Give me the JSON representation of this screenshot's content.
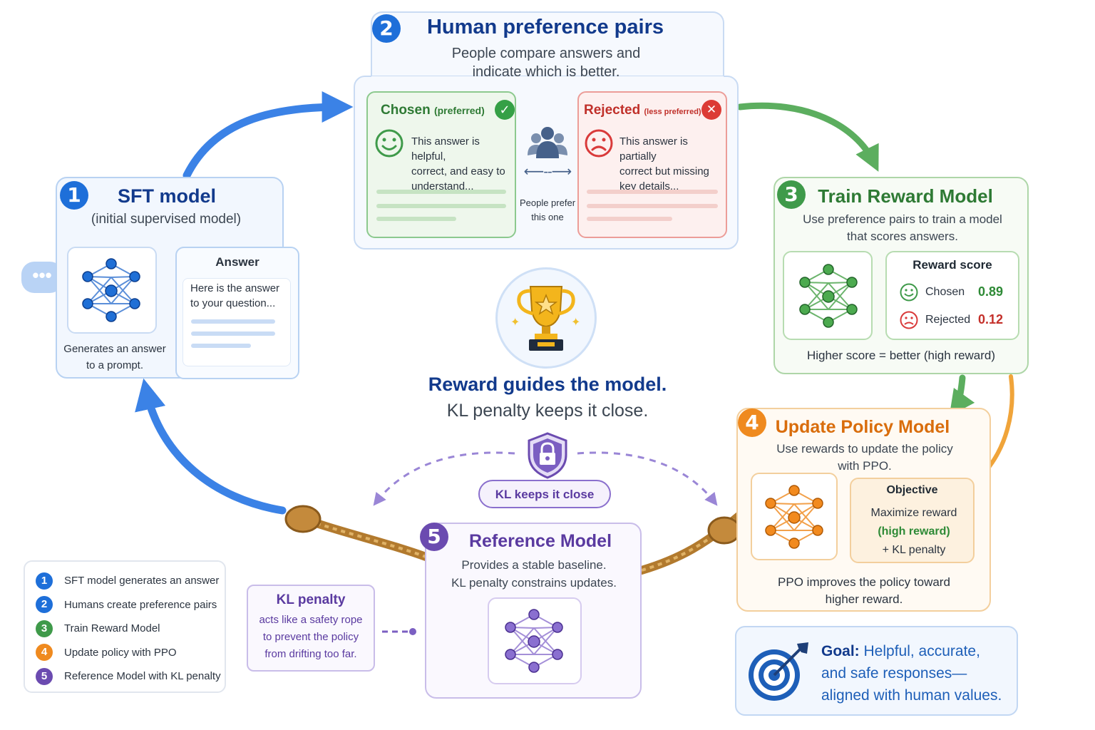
{
  "step1": {
    "num": "1",
    "title": "SFT model",
    "subtitle": "(initial supervised model)",
    "caption_line1": "Generates an answer",
    "caption_line2": "to a prompt.",
    "answer_title": "Answer",
    "answer_line1": "Here is the answer",
    "answer_line2": "to your question..."
  },
  "step2": {
    "num": "2",
    "title": "Human preference pairs",
    "subtitle_line1": "People compare answers and",
    "subtitle_line2": "indicate which is better.",
    "chosen_label": "Chosen",
    "chosen_qualifier": "(preferred)",
    "chosen_line1": "This answer is helpful,",
    "chosen_line2": "correct, and easy to",
    "chosen_line3": "understand...",
    "rejected_label": "Rejected",
    "rejected_qualifier": "(less preferred)",
    "rejected_line1": "This answer is partially",
    "rejected_line2": "correct but missing",
    "rejected_line3": "key details...",
    "prefer_line1": "People prefer",
    "prefer_line2": "this one"
  },
  "step3": {
    "num": "3",
    "title": "Train Reward Model",
    "subtitle_line1": "Use preference pairs to train a model",
    "subtitle_line2": "that scores answers.",
    "score_title": "Reward score",
    "chosen_label": "Chosen",
    "chosen_score": "0.89",
    "rejected_label": "Rejected",
    "rejected_score": "0.12",
    "footer": "Higher score = better (high reward)"
  },
  "step4": {
    "num": "4",
    "title": "Update Policy Model",
    "subtitle_line1": "Use rewards to update the policy",
    "subtitle_line2": "with PPO.",
    "objective_title": "Objective",
    "objective_line1": "Maximize reward",
    "objective_line2": "(high reward)",
    "objective_line3": "+ KL penalty",
    "footer_line1": "PPO improves the policy toward",
    "footer_line2": "higher reward."
  },
  "step5": {
    "num": "5",
    "title": "Reference Model",
    "subtitle_line1": "Provides a stable baseline.",
    "subtitle_line2": "KL penalty constrains updates."
  },
  "center": {
    "headline": "Reward guides the model.",
    "subline": "KL penalty keeps it close.",
    "kl_pill": "KL keeps it close"
  },
  "kl_note": {
    "title": "KL penalty",
    "line1": "acts like a safety rope",
    "line2": "to prevent the policy",
    "line3": "from drifting too far."
  },
  "legend": {
    "items": [
      {
        "num": "1",
        "label": "SFT model generates an answer",
        "color": "#1e6fd9"
      },
      {
        "num": "2",
        "label": "Humans create preference pairs",
        "color": "#1e6fd9"
      },
      {
        "num": "3",
        "label": "Train Reward Model",
        "color": "#3f9a4a"
      },
      {
        "num": "4",
        "label": "Update policy with PPO",
        "color": "#ef8a1f"
      },
      {
        "num": "5",
        "label": "Reference Model with KL penalty",
        "color": "#6b4bb0"
      }
    ]
  },
  "goal": {
    "bold": "Goal:",
    "line1": "Helpful, accurate,",
    "line2": "and safe responses—",
    "line3": "aligned with human values."
  },
  "colors": {
    "blue": "#1e6fd9",
    "navy": "#123a8c",
    "green": "#3f9a4a",
    "orange": "#ef8a1f",
    "purple": "#6b4bb0",
    "red": "#d93a3a"
  },
  "icons": [
    "chat-bubble-icon",
    "neural-network-icon",
    "check-icon",
    "x-icon",
    "smiley-icon",
    "frown-icon",
    "people-icon",
    "trophy-icon",
    "lock-shield-icon",
    "target-icon",
    "rope-icon"
  ]
}
